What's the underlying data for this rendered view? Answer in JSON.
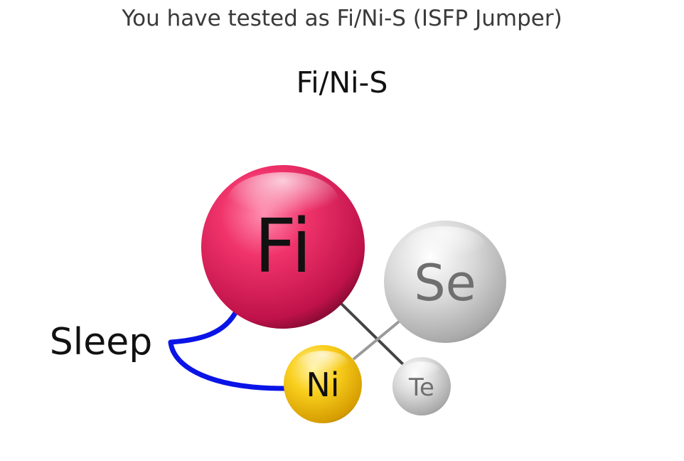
{
  "header": {
    "result_text": "You have tested as Fi/Ni-S (ISFP Jumper)"
  },
  "diagram": {
    "title": "Fi/Ni-S",
    "sleep_label": "Sleep",
    "functions": {
      "dominant": {
        "label": "Fi",
        "color": "#e8265f"
      },
      "auxiliary": {
        "label": "Se",
        "color": "#c9c9c9"
      },
      "jumper": {
        "label": "Ni",
        "color": "#f5c518"
      },
      "tertiary": {
        "label": "Te",
        "color": "#c9c9c9"
      }
    },
    "connector_color": "#0a14e6"
  }
}
